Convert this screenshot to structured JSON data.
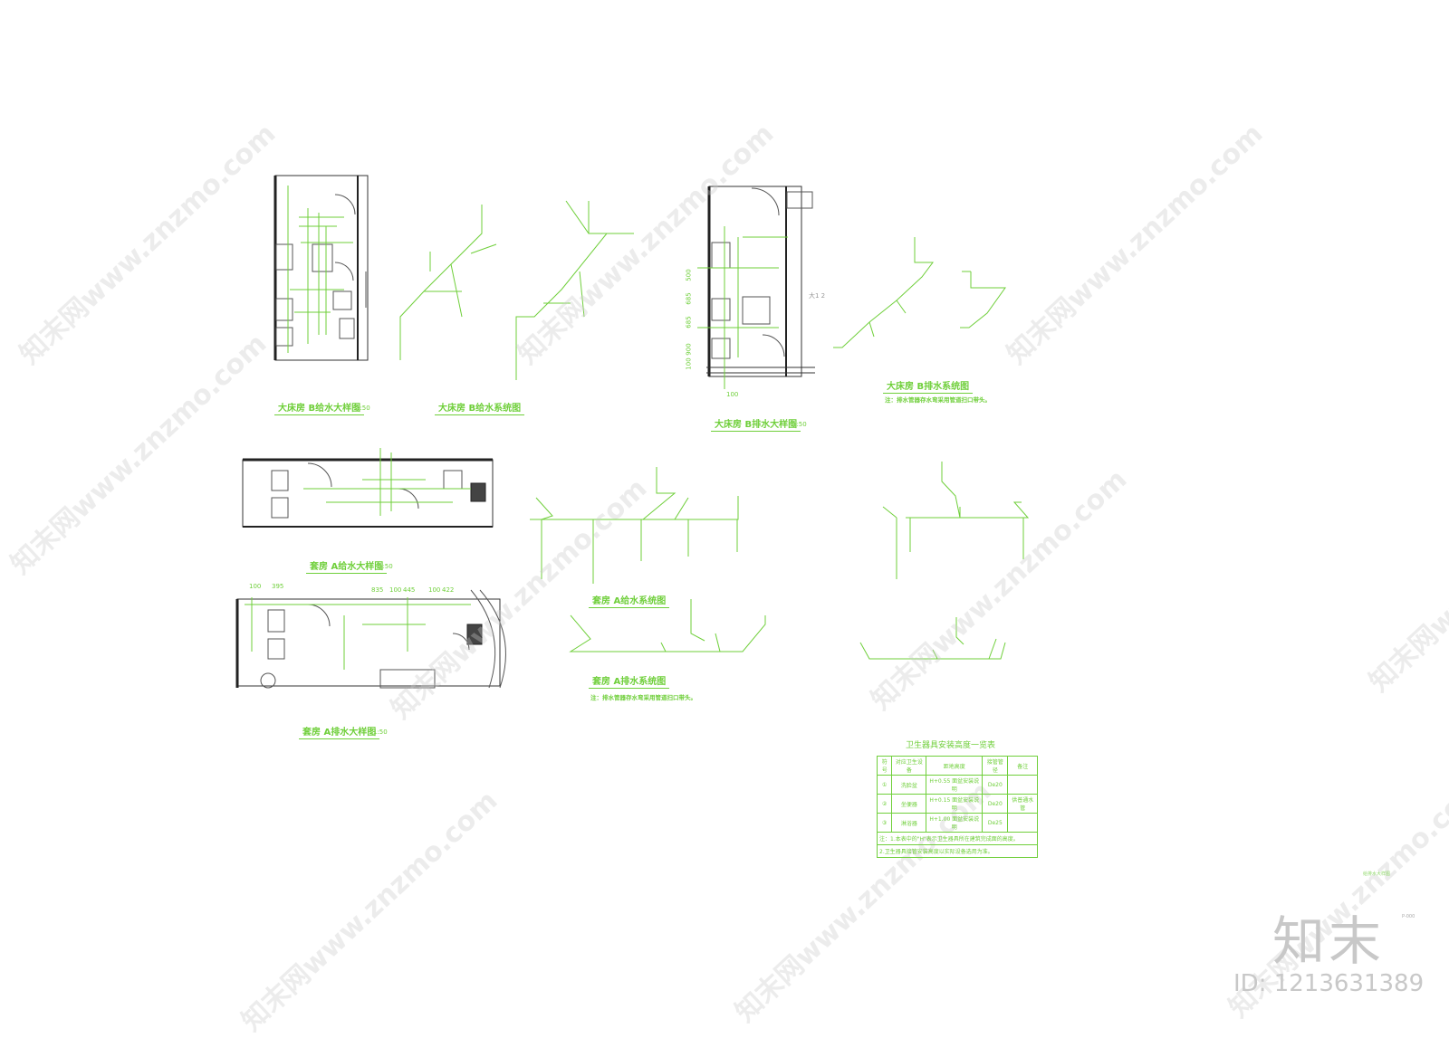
{
  "drawings": {
    "b_supply_detail": {
      "title": "大床房   B给水大样图",
      "scale": "1:50"
    },
    "b_supply_system": {
      "title": "大床房   B给水系统图"
    },
    "b_drain_detail": {
      "title": "大床房   B排水大样图",
      "scale": "1:50",
      "dims": [
        "500",
        "685",
        "685",
        "900",
        "100",
        "100"
      ]
    },
    "b_drain_system": {
      "title": "大床房   B排水系统图",
      "note": "注：排水管器存水弯采用管道扫口带头。"
    },
    "a_supply_detail": {
      "title": "套房  A给水大样图",
      "scale": "1:50"
    },
    "a_supply_system": {
      "title": "套房  A给水系统图"
    },
    "a_drain_detail": {
      "title": "套房  A排水大样图",
      "scale": "1:50",
      "dims": [
        "100",
        "395",
        "835",
        "100",
        "445",
        "100",
        "422"
      ]
    },
    "a_drain_system": {
      "title": "套房  A排水系统图",
      "note": "注：排水管器存水弯采用管道扫口带头。"
    }
  },
  "fixture_table": {
    "title": "卫生器具安装高度一览表",
    "headers": [
      "符号",
      "对应卫生设备",
      "距地高度",
      "接管管径",
      "备注"
    ],
    "rows": [
      {
        "symbol": "①",
        "device": "洗脸盆",
        "height": "H+0.55 面盆安装说明",
        "pipe": "De20",
        "remark": ""
      },
      {
        "symbol": "②",
        "device": "坐便器",
        "height": "H+0.15 面盆安装说明",
        "pipe": "De20",
        "remark": "供普通水管"
      },
      {
        "symbol": "③",
        "device": "淋浴器",
        "height": "H+1.00 面盆安装说明",
        "pipe": "De25",
        "remark": ""
      }
    ],
    "notes": [
      "注：1.本表中的\"H\"表示卫生器具所在建筑完成面的高度。",
      "2.卫生器具接管安装高度以实际设备选用为准。"
    ]
  },
  "sheet_label": "给排水大样图",
  "sheet_code": "P-000",
  "room_tag": "大1 2",
  "watermark": {
    "text": "知末网www.znzmo.com",
    "logo": "知末",
    "id": "ID: 1213631389"
  },
  "colors": {
    "line": "#6fcf3a",
    "dark": "#3a3a3a",
    "watermark": "#c8c8c8"
  }
}
